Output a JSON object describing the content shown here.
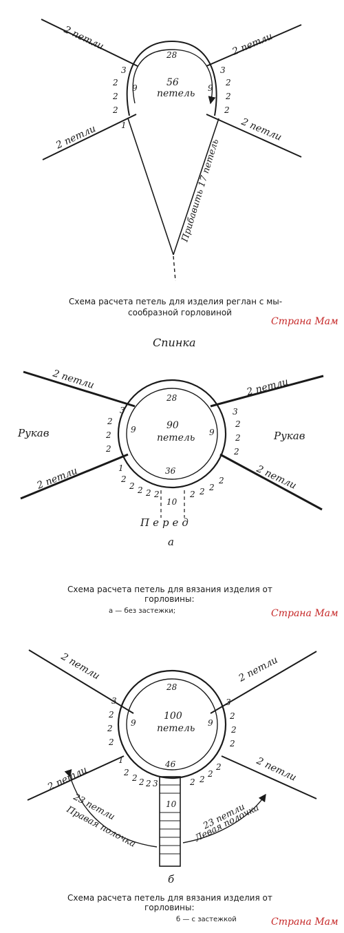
{
  "diagram1": {
    "labels": {
      "top_left": "2 петли",
      "top_right": "2 петли",
      "bottom_left": "2 петли",
      "bottom_right": "2 петли",
      "top_count": "28",
      "left_count": "9",
      "right_count": "9",
      "center_number": "56",
      "center_word": "петель",
      "add_note": "Прибавить 17 петель",
      "marker_1": "1",
      "marker_3_left": "3",
      "marker_3_right": "3",
      "twos_left": [
        "2",
        "2",
        "2"
      ],
      "twos_right": [
        "2",
        "2",
        "2"
      ]
    },
    "caption_line1": "Схема расчета петель для изделия реглан с мы-",
    "caption_line2": "сообразной горловиной",
    "watermark": "Страна Мам"
  },
  "diagram2": {
    "labels": {
      "back": "Спинка",
      "sleeve_left": "Рукав",
      "sleeve_right": "Рукав",
      "front": "Перед",
      "top_left": "2 петли",
      "top_right": "2 петли",
      "bottom_left": "2 петли",
      "bottom_right": "2 петли",
      "top_count": "28",
      "left_count": "9",
      "right_count": "9",
      "center_number": "90",
      "center_word": "петель",
      "front_count": "36",
      "front_center": "10",
      "marker_3_left": "3",
      "marker_3_right": "3",
      "marker_1": "1",
      "twos_left": [
        "2",
        "2",
        "2"
      ],
      "twos_right": [
        "2",
        "2",
        "2"
      ],
      "twos_bottom_left": [
        "2",
        "2",
        "2",
        "2",
        "2"
      ],
      "twos_bottom_right": [
        "2",
        "2",
        "2",
        "2"
      ],
      "sub_letter": "а"
    },
    "caption_line1": "Схема расчета петель для вязания изделия от",
    "caption_line2": "горловины:",
    "caption_line3": "а — без застежки;",
    "watermark": "Страна Мам"
  },
  "diagram3": {
    "labels": {
      "top_left": "2 петли",
      "top_right": "2 петли",
      "bottom_left": "2 петли",
      "bottom_right": "2 петли",
      "top_count": "28",
      "left_count": "9",
      "right_count": "9",
      "center_number": "100",
      "center_word": "петель",
      "front_count": "46",
      "placket_count": "10",
      "right_shelf_count": "23 петли",
      "right_shelf": "Правая полочка",
      "left_shelf_count": "23 петли",
      "left_shelf": "Левая полочка",
      "marker_3_left": "3",
      "marker_3_right": "3",
      "marker_3_bottom": "3",
      "marker_1": "1",
      "twos_left": [
        "2",
        "2",
        "2"
      ],
      "twos_right": [
        "2",
        "2",
        "2"
      ],
      "twos_bottom_left": [
        "2",
        "2",
        "2",
        "2"
      ],
      "twos_bottom_right": [
        "2",
        "2",
        "2",
        "2"
      ],
      "sub_letter": "б"
    },
    "caption_line1": "Схема расчета петель для вязания изделия от",
    "caption_line2": "горловины:",
    "caption_line3": "б — с застежкой",
    "watermark": "Страна Мам"
  }
}
